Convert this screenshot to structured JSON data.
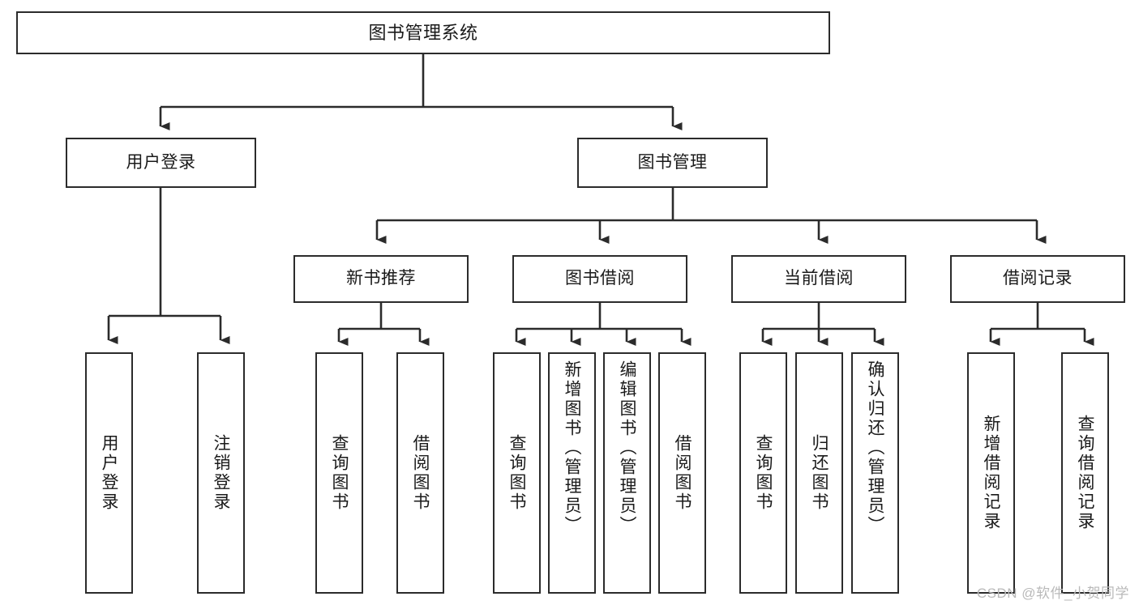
{
  "diagram": {
    "title": "图书管理系统",
    "type": "function-structure-tree",
    "root": {
      "id": "root",
      "label": "图书管理系统"
    },
    "level1": [
      {
        "id": "user-login",
        "label": "用户登录"
      },
      {
        "id": "book-management",
        "label": "图书管理"
      }
    ],
    "level2": [
      {
        "id": "new-book-recommend",
        "label": "新书推荐",
        "parent": "book-management"
      },
      {
        "id": "book-borrow",
        "label": "图书借阅",
        "parent": "book-management"
      },
      {
        "id": "current-borrow",
        "label": "当前借阅",
        "parent": "book-management"
      },
      {
        "id": "borrow-record",
        "label": "借阅记录",
        "parent": "book-management"
      }
    ],
    "leaves": [
      {
        "id": "leaf-user-login",
        "label": "用户登录",
        "parent": "user-login"
      },
      {
        "id": "leaf-logout",
        "label": "注销登录",
        "parent": "user-login"
      },
      {
        "id": "leaf-query-book-1",
        "label": "查询图书",
        "parent": "new-book-recommend"
      },
      {
        "id": "leaf-borrow-book-1",
        "label": "借阅图书",
        "parent": "new-book-recommend"
      },
      {
        "id": "leaf-query-book-2",
        "label": "查询图书",
        "parent": "book-borrow"
      },
      {
        "id": "leaf-add-book",
        "label": "新增图书（管理员）",
        "parent": "book-borrow"
      },
      {
        "id": "leaf-edit-book",
        "label": "编辑图书（管理员）",
        "parent": "book-borrow"
      },
      {
        "id": "leaf-borrow-book-2",
        "label": "借阅图书",
        "parent": "book-borrow"
      },
      {
        "id": "leaf-query-book-3",
        "label": "查询图书",
        "parent": "current-borrow"
      },
      {
        "id": "leaf-return-book",
        "label": "归还图书",
        "parent": "current-borrow"
      },
      {
        "id": "leaf-confirm-return",
        "label": "确认归还（管理员）",
        "parent": "current-borrow"
      },
      {
        "id": "leaf-add-record",
        "label": "新增借阅记录",
        "parent": "borrow-record"
      },
      {
        "id": "leaf-query-record",
        "label": "查询借阅记录",
        "parent": "borrow-record"
      }
    ],
    "colors": {
      "stroke": "#2b2b2b",
      "background": "#ffffff",
      "text": "#1a1a1a",
      "watermark": "#b9b9b9"
    }
  },
  "watermark": {
    "text": "CSDN @软件_小贺同学"
  }
}
